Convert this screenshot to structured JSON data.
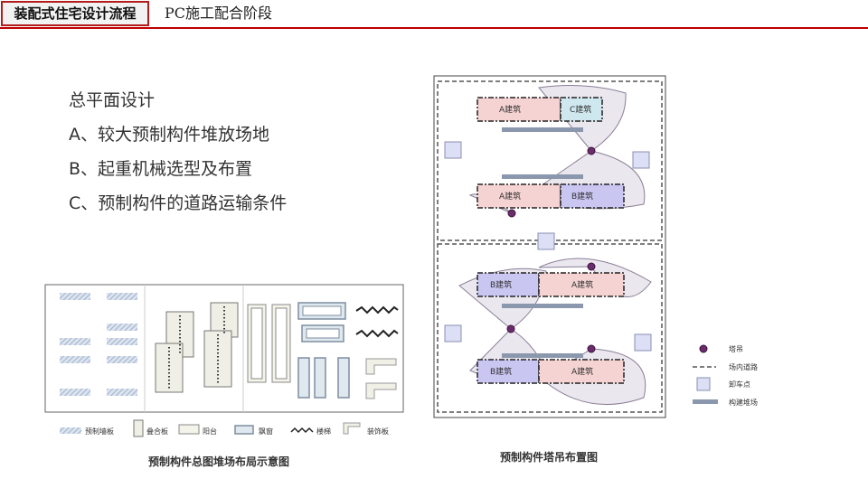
{
  "header": {
    "active_tab": "装配式住宅设计流程",
    "section_title": "PC施工配合阶段"
  },
  "main": {
    "items": [
      "总平面设计",
      "A、较大预制构件堆放场地",
      "B、起重机械选型及布置",
      "C、预制构件的道路运输条件"
    ]
  },
  "left_figure": {
    "caption": "预制构件总图堆场布局示意图",
    "legend": [
      "预制墙板",
      "叠合板",
      "阳台",
      "飘窗",
      "楼梯",
      "装饰板"
    ]
  },
  "right_figure": {
    "caption": "预制构件塔吊布置图",
    "buildings": [
      "A建筑",
      "C建筑",
      "A建筑",
      "B建筑",
      "B建筑",
      "A建筑",
      "B建筑",
      "A建筑"
    ],
    "legend": [
      "塔吊",
      "场内道路",
      "卸车点",
      "构建堆场"
    ]
  },
  "colors": {
    "accent": "#c00000",
    "building_a": "#f6d3d3",
    "building_b": "#c9c6f2",
    "building_c": "#cfe8ef",
    "crane": "#6b2c6b",
    "yard": "#8a97ad"
  }
}
